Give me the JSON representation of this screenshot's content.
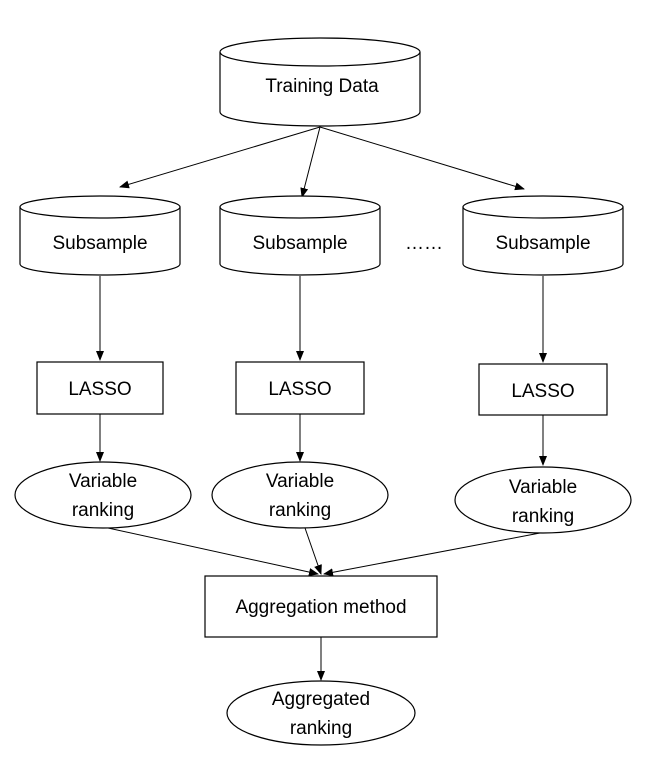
{
  "diagram": {
    "training_data": "Training Data",
    "subsamples": [
      "Subsample",
      "Subsample",
      "Subsample"
    ],
    "ellipsis": "……",
    "lasso": [
      "LASSO",
      "LASSO",
      "LASSO"
    ],
    "variable_ranking": [
      {
        "line1": "Variable",
        "line2": "ranking"
      },
      {
        "line1": "Variable",
        "line2": "ranking"
      },
      {
        "line1": "Variable",
        "line2": "ranking"
      }
    ],
    "aggregation_method": "Aggregation method",
    "aggregated_ranking": {
      "line1": "Aggregated",
      "line2": "ranking"
    }
  }
}
